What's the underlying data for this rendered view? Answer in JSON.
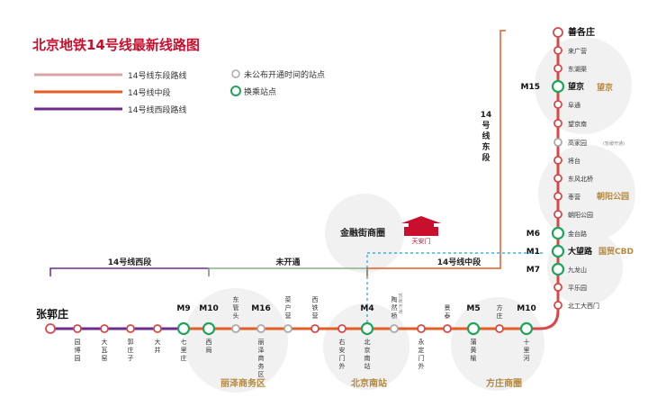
{
  "title": "北京地铁14号线最新线路图",
  "legend": {
    "east": "14号线东段路线",
    "middle": "14号线中段",
    "west": "14号线西段路线",
    "unopened": "未公布开通时间的站点",
    "transfer": "换乘站点"
  },
  "colors": {
    "title": "#c8102e",
    "east": "#d44a4a",
    "east_legend": "#d9a3a8",
    "middle": "#e35d24",
    "west": "#6b2d8c",
    "transfer": "#1fa35c",
    "unopened": "#aaaaaa",
    "dotted": "#2a9cd0",
    "unopened_bracket": "#8bb08b",
    "district_text": "#b5893f"
  },
  "segments": {
    "west": "14号线西段",
    "unopened": "未开通",
    "middle": "14号线中段",
    "east": [
      "14",
      "号",
      "线",
      "东",
      "段"
    ]
  },
  "districts": {
    "financial": "金融街商圈",
    "lize": "丽泽商务区",
    "beijing_south": "北京南站",
    "fangzhuang": "方庄商圈",
    "wangjing": "望京",
    "chaoyang_park": "朝阳公园",
    "cbd": "国贸CBD",
    "tiananmen": "天安门"
  },
  "west_stations": [
    {
      "name": "张郭庄",
      "type": "terminal"
    },
    {
      "name": "园博园",
      "type": "normal"
    },
    {
      "name": "大瓦窑",
      "type": "normal"
    },
    {
      "name": "郭庄子",
      "type": "normal"
    },
    {
      "name": "大井",
      "type": "normal"
    },
    {
      "name": "七里庄",
      "type": "transfer",
      "code": "M9"
    },
    {
      "name": "西局",
      "type": "transfer",
      "code": "M10"
    }
  ],
  "middle_stations": [
    {
      "name": "东管头",
      "type": "unopened"
    },
    {
      "name": "丽泽商务区",
      "type": "unopened",
      "code": "M16"
    },
    {
      "name": "菜户营",
      "type": "unopened"
    },
    {
      "name": "西铁营",
      "type": "normal"
    },
    {
      "name": "右安门外",
      "type": "normal"
    },
    {
      "name": "北京南站",
      "type": "transfer",
      "code": "M4"
    },
    {
      "name": "陶然桥",
      "type": "unopened",
      "note": "暂缓开通"
    },
    {
      "name": "永定门外",
      "type": "normal"
    },
    {
      "name": "景泰",
      "type": "normal"
    },
    {
      "name": "蒲黄榆",
      "type": "transfer",
      "code": "M5"
    },
    {
      "name": "方庄",
      "type": "normal"
    },
    {
      "name": "十里河",
      "type": "transfer",
      "code": "M10"
    }
  ],
  "east_stations": [
    {
      "name": "善各庄",
      "type": "terminal"
    },
    {
      "name": "来广营",
      "type": "normal"
    },
    {
      "name": "东湖渠",
      "type": "normal"
    },
    {
      "name": "望京",
      "type": "transfer",
      "code": "M15"
    },
    {
      "name": "阜通",
      "type": "normal"
    },
    {
      "name": "望京南",
      "type": "normal"
    },
    {
      "name": "高家园",
      "type": "unopened",
      "note": "暂缓开通"
    },
    {
      "name": "将台",
      "type": "normal"
    },
    {
      "name": "东风北桥",
      "type": "normal"
    },
    {
      "name": "枣营",
      "type": "normal"
    },
    {
      "name": "朝阳公园",
      "type": "normal"
    },
    {
      "name": "金台路",
      "type": "transfer",
      "code": "M6"
    },
    {
      "name": "大望路",
      "type": "transfer",
      "code": "M1"
    },
    {
      "name": "九龙山",
      "type": "transfer",
      "code": "M7"
    },
    {
      "name": "平乐园",
      "type": "normal"
    },
    {
      "name": "北工大西门",
      "type": "normal"
    }
  ]
}
